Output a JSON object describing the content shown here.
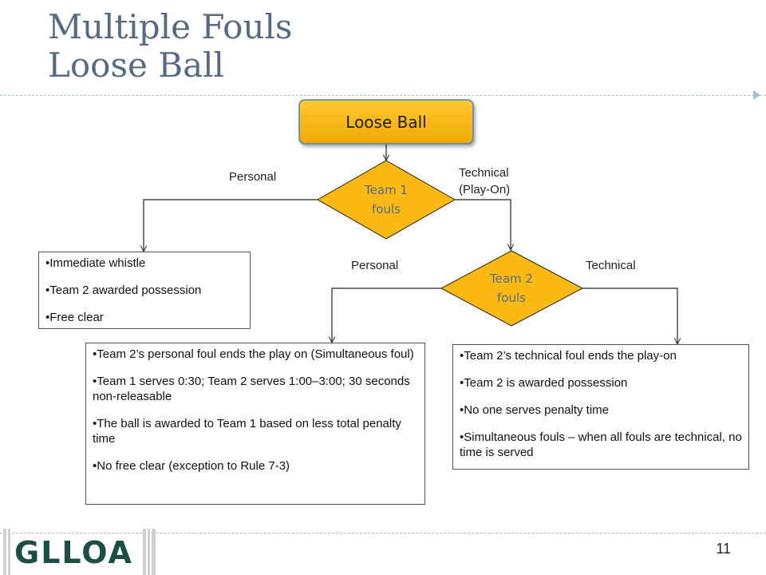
{
  "slide": {
    "title_lines": [
      "Multiple Fouls",
      "Loose Ball"
    ],
    "page_number": "11"
  },
  "colors": {
    "accent": "#fdb913",
    "title": "#566b83",
    "logo": "#1b4e45"
  },
  "logo": {
    "text": "GLLOA"
  },
  "flowchart": {
    "root": "Loose Ball",
    "team1": {
      "label": "Team 1\nfouls",
      "left_edge": "Personal",
      "right_edge": "Technical\n(Play-On)",
      "personal_result": [
        "Immediate whistle",
        "Team 2 awarded possession",
        "Free clear"
      ]
    },
    "team2": {
      "label": "Team 2\nfouls",
      "left_edge": "Personal",
      "right_edge": "Technical",
      "personal_result": [
        "Team 2’s personal foul ends the play on (Simultaneous foul)",
        "Team 1 serves 0:30; Team 2 serves 1:00–3:00; 30 seconds non-releasable",
        "The ball is awarded to Team 1 based on less total penalty time",
        "No free clear (exception to Rule 7-3)"
      ],
      "technical_result": [
        "Team 2’s technical foul ends the play-on",
        "Team 2 is awarded possession",
        "No one serves penalty time",
        "Simultaneous fouls – when all fouls are technical, no time is served"
      ]
    }
  }
}
